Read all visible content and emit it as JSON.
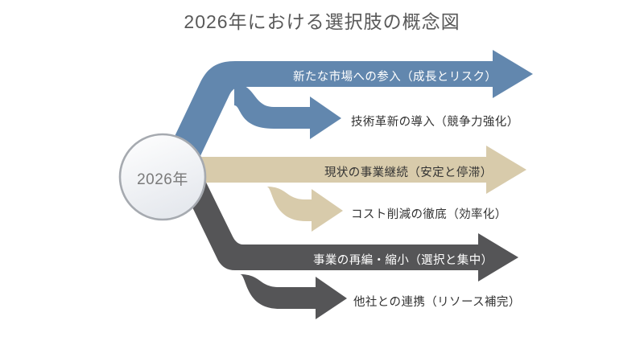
{
  "title": "2026年における選択肢の概念図",
  "hub": {
    "label": "2026年",
    "fill": "#eff1f4",
    "stroke": "#a6aab0",
    "text_color": "#7a7a7a"
  },
  "colors": {
    "blue": "#6287ae",
    "tan": "#d8cbab",
    "gray": "#555557",
    "title_text": "#595959",
    "outside_label_text": "#333333",
    "inside_label_text": "#ffffff",
    "background": "#ffffff"
  },
  "branches": [
    {
      "id": "growth",
      "color": "#6287ae",
      "main_label": "新たな市場への参入（成長とリスク）",
      "main_label_placement": "inside",
      "sub_label": "技術革新の導入（競争力強化）",
      "sub_label_placement": "outside"
    },
    {
      "id": "status-quo",
      "color": "#d8cbab",
      "main_label": "現状の事業継続（安定と停滞）",
      "main_label_placement": "inside",
      "sub_label": "コスト削減の徹底（効率化）",
      "sub_label_placement": "outside"
    },
    {
      "id": "restructure",
      "color": "#555557",
      "main_label": "事業の再編・縮小（選択と集中）",
      "main_label_placement": "inside",
      "sub_label": "他社との連携（リソース補完）",
      "sub_label_placement": "outside"
    }
  ],
  "chart_data": {
    "type": "diagram",
    "title": "2026年における選択肢の概念図",
    "center_node": "2026年",
    "nodes": [
      {
        "group": "新たな市場への参入（成長とリスク）",
        "sub": "技術革新の導入（競争力強化）",
        "color": "#6287ae"
      },
      {
        "group": "現状の事業継続（安定と停滞）",
        "sub": "コスト削減の徹底（効率化）",
        "color": "#d8cbab"
      },
      {
        "group": "事業の再編・縮小（選択と集中）",
        "sub": "他社との連携（リソース補完）",
        "color": "#555557"
      }
    ]
  }
}
